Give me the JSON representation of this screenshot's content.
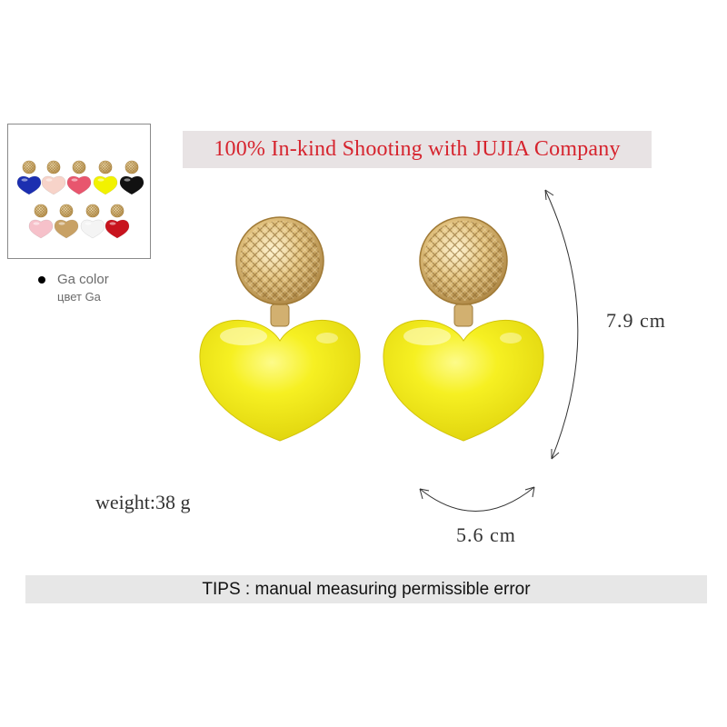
{
  "banner": {
    "text": "100% In-kind Shooting with JUJIA Company",
    "color": "#d6242e"
  },
  "color_option": {
    "label_en": "Ga color",
    "label_ru": "цвет Ga"
  },
  "thumbnail": {
    "icon": "heart-earring-color-swatches",
    "colors_row1": [
      "#1c2fb0",
      "#f7d3c9",
      "#e8566e",
      "#f2f200",
      "#111111"
    ],
    "colors_row2": [
      "#f6c1ca",
      "#c8a165",
      "#f4f4f4",
      "#c8141e"
    ]
  },
  "product": {
    "icon": "yellow-heart-earring",
    "heart_color": "#f4ee1c",
    "stud_color": "#d9b677"
  },
  "dimensions": {
    "height": "7.9 cm",
    "width": "5.6 cm"
  },
  "weight": "weight:38 g",
  "tips": "TIPS : manual measuring permissible error"
}
